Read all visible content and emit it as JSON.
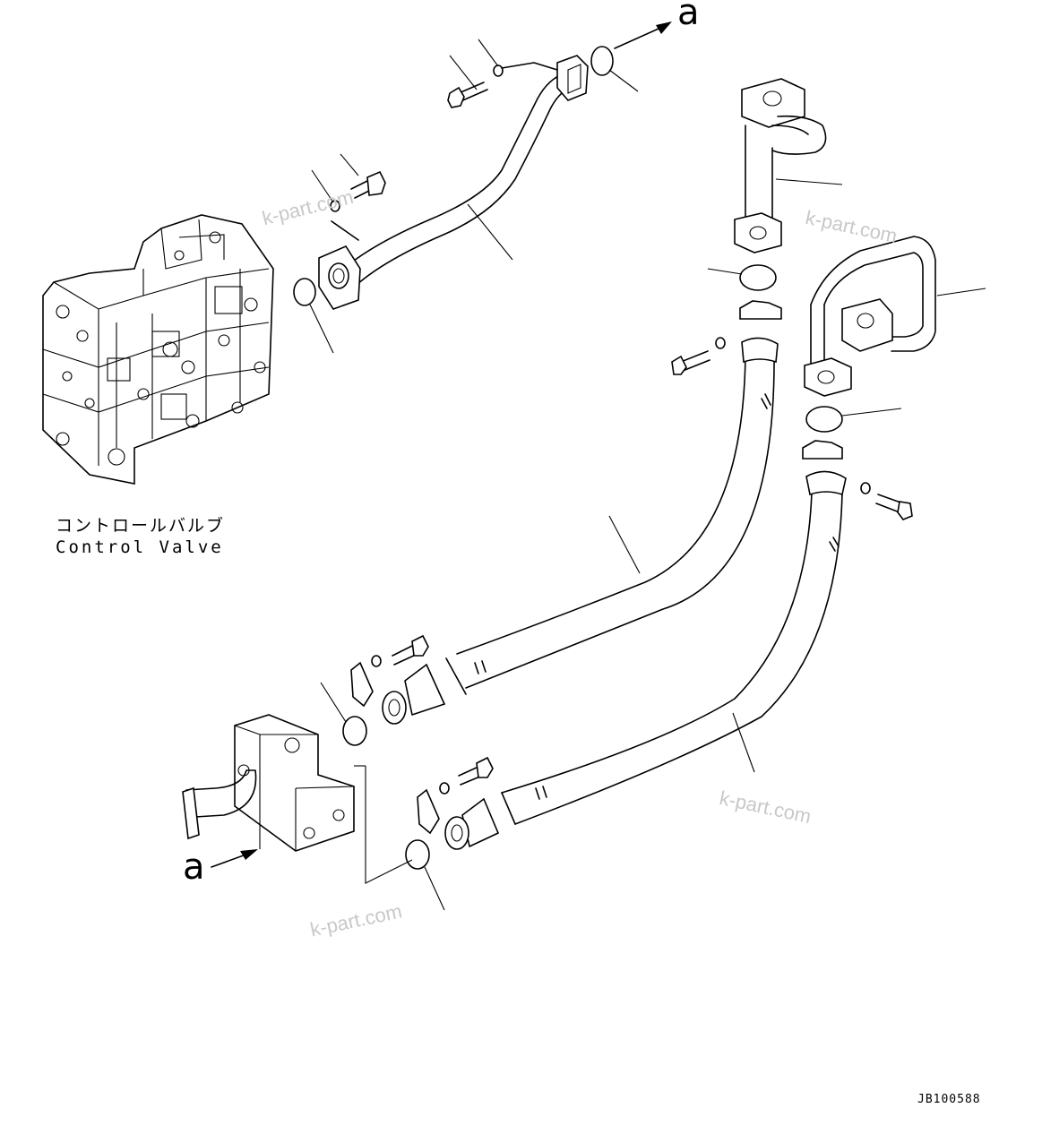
{
  "labels": {
    "ref_top": "a",
    "ref_bottom": "a",
    "control_valve_jp": "コントロールバルブ",
    "control_valve_en": "Control Valve",
    "drawing_code": "JB100588"
  },
  "watermarks": [
    "k-part.com",
    "k-part.com",
    "k-part.com",
    "k-part.com"
  ],
  "colors": {
    "line": "#000000",
    "background": "#ffffff",
    "watermark": "#c8c8c8"
  }
}
